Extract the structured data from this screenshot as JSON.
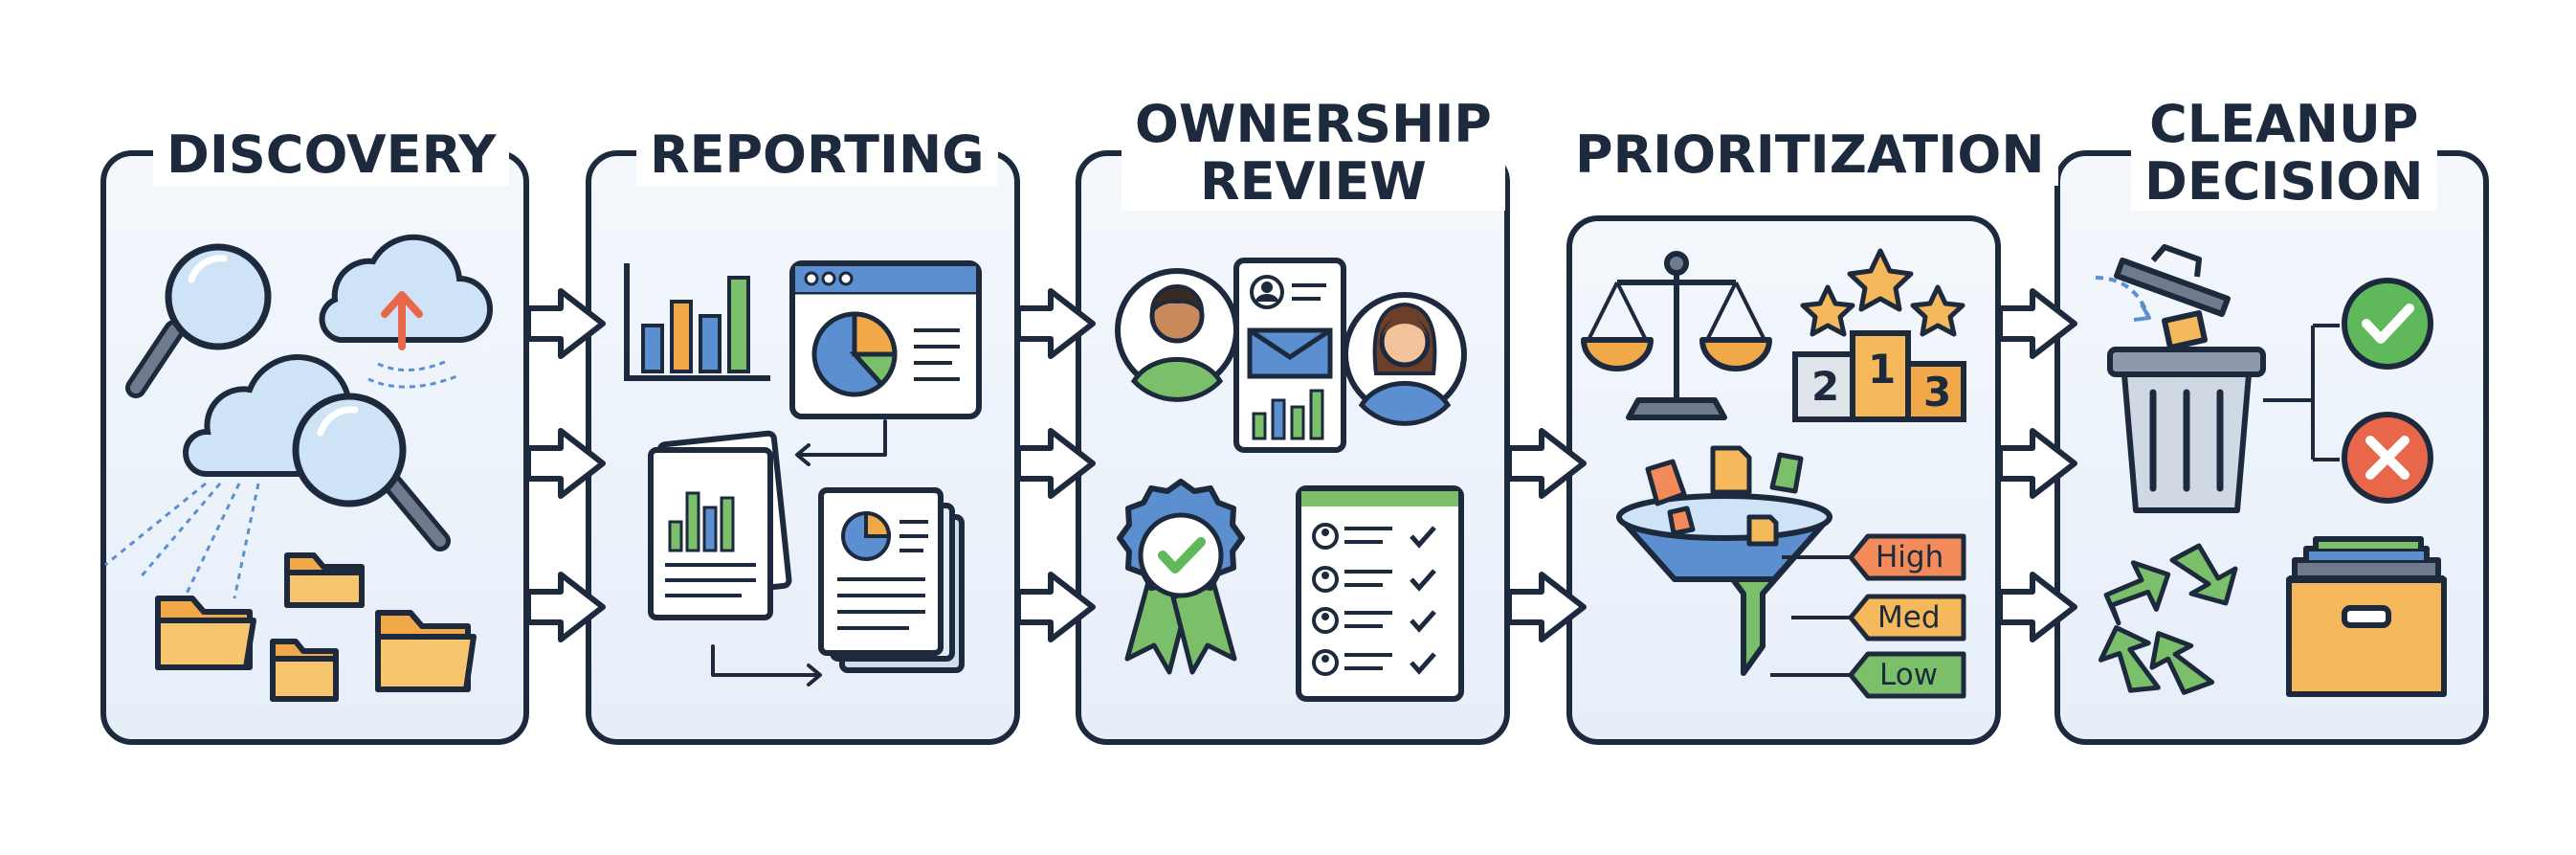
{
  "stages": [
    {
      "id": "discovery",
      "title_lines": [
        "DISCOVERY"
      ]
    },
    {
      "id": "reporting",
      "title_lines": [
        "REPORTING"
      ]
    },
    {
      "id": "ownership-review",
      "title_lines": [
        "OWNERSHIP",
        "REVIEW"
      ]
    },
    {
      "id": "prioritization",
      "title_lines": [
        "PRIORITIZATION"
      ]
    },
    {
      "id": "cleanup-decision",
      "title_lines": [
        "CLEANUP",
        "DECISION"
      ]
    }
  ],
  "priority_tags": {
    "high": "High",
    "med": "Med",
    "low": "Low"
  },
  "podium": {
    "first": "1",
    "second": "2",
    "third": "3"
  },
  "colors": {
    "outline": "#1d2a3d",
    "panel": "#eef4fb",
    "blue": "#5b8fd0",
    "green": "#7cbf6b",
    "orange": "#f0a848",
    "folder": "#f5b85a",
    "red_tag": "#f28a5a",
    "check_green": "#5fb85a",
    "cross_red": "#e8674a"
  }
}
